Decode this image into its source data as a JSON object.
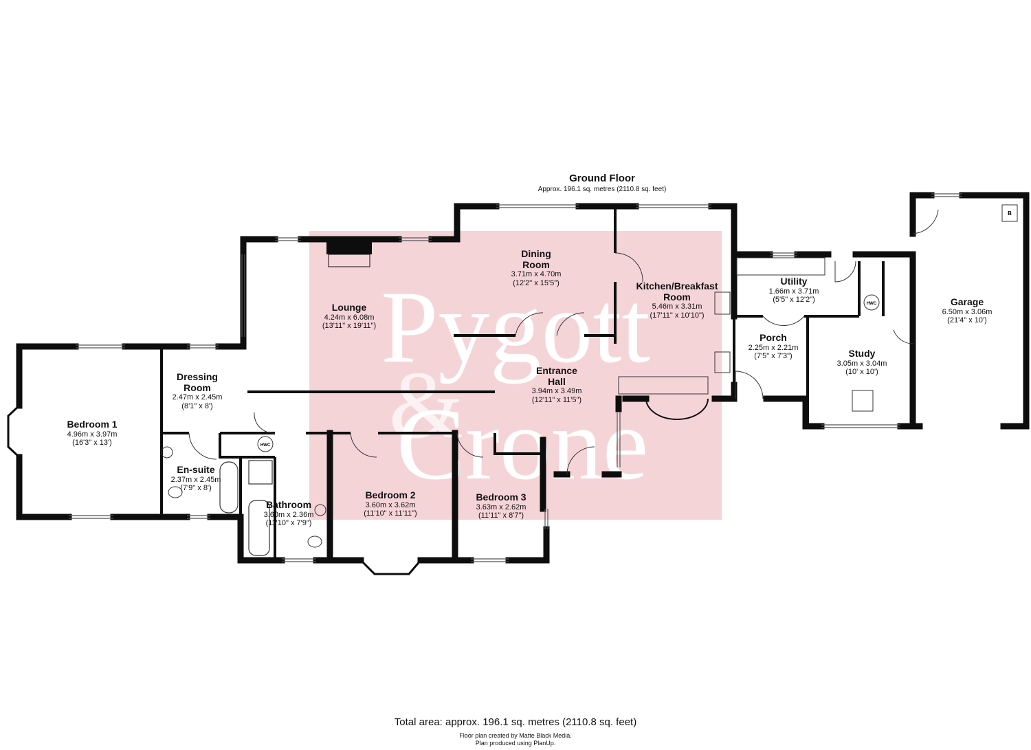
{
  "header": {
    "title": "Ground Floor",
    "subtitle": "Approx. 196.1 sq. metres (2110.8 sq. feet)"
  },
  "watermark": {
    "line1": "Pygott",
    "line2": "Crone",
    "ampersand": "&",
    "color": "#f4cfd3"
  },
  "colors": {
    "wall": "#0d0d0d",
    "watermark_block": "#f5d4d8"
  },
  "rooms": [
    {
      "id": "lounge",
      "name": "Lounge",
      "metric": "4.24m x 6.08m",
      "imperial": "(13'11\" x 19'11\")"
    },
    {
      "id": "dining",
      "name": "Dining Room",
      "name_line1": "Dining",
      "name_line2": "Room",
      "metric": "3.71m x 4.70m",
      "imperial": "(12'2\" x 15'5\")"
    },
    {
      "id": "kitchen",
      "name_line1": "Kitchen/Breakfast",
      "name_line2": "Room",
      "metric": "5.46m x 3.31m",
      "imperial": "(17'11\" x 10'10\")"
    },
    {
      "id": "utility",
      "name": "Utility",
      "metric": "1.66m x 3.71m",
      "imperial": "(5'5\" x 12'2\")"
    },
    {
      "id": "garage",
      "name": "Garage",
      "metric": "6.50m x 3.06m",
      "imperial": "(21'4\" x 10')"
    },
    {
      "id": "porch",
      "name": "Porch",
      "metric": "2.25m x 2.21m",
      "imperial": "(7'5\" x 7'3\")"
    },
    {
      "id": "study",
      "name": "Study",
      "metric": "3.05m x 3.04m",
      "imperial": "(10' x 10')"
    },
    {
      "id": "entrance",
      "name_line1": "Entrance",
      "name_line2": "Hall",
      "metric": "3.94m x 3.49m",
      "imperial": "(12'11\" x 11'5\")"
    },
    {
      "id": "dressing",
      "name_line1": "Dressing",
      "name_line2": "Room",
      "metric": "2.47m x 2.45m",
      "imperial": "(8'1\" x 8')"
    },
    {
      "id": "bedroom1",
      "name": "Bedroom 1",
      "metric": "4.96m x 3.97m",
      "imperial": "(16'3\" x 13')"
    },
    {
      "id": "ensuite",
      "name": "En-suite",
      "metric": "2.37m x 2.45m",
      "imperial": "(7'9\" x 8')"
    },
    {
      "id": "bathroom",
      "name": "Bathroom",
      "metric": "3.60m x 2.36m",
      "imperial": "(11'10\" x 7'9\")"
    },
    {
      "id": "bedroom2",
      "name": "Bedroom 2",
      "metric": "3.60m x 3.62m",
      "imperial": "(11'10\" x 11'11\")"
    },
    {
      "id": "bedroom3",
      "name": "Bedroom 3",
      "metric": "3.63m x 2.62m",
      "imperial": "(11'11\" x 8'7\")"
    }
  ],
  "fixtures": {
    "hwc": "HWC",
    "boiler": "B"
  },
  "footer": {
    "total": "Total area: approx. 196.1 sq. metres (2110.8 sq. feet)",
    "credit_line1": "Floor plan created by Matte Black Media.",
    "credit_line2": "Plan produced using PlanUp."
  }
}
